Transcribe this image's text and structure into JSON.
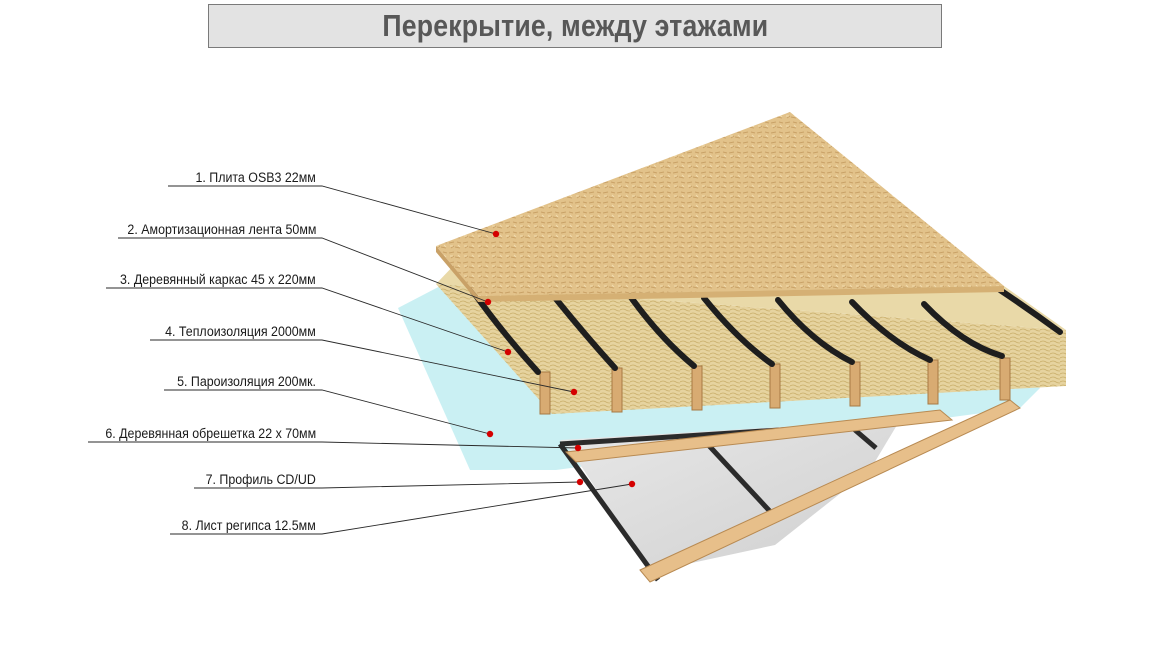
{
  "title": "Перекрытие, между этажами",
  "layers": [
    {
      "label": "1.  Плита OSB3 22мм",
      "icon": "osb-board"
    },
    {
      "label": "2. Амортизационная лента 50мм",
      "icon": "damping-tape"
    },
    {
      "label": "3. Деревянный каркас 45 х 220мм",
      "icon": "wood-frame"
    },
    {
      "label": "4. Теплоизоляция 2000мм",
      "icon": "insulation"
    },
    {
      "label": "5. Пароизоляция 200мк.",
      "icon": "vapor-barrier"
    },
    {
      "label": "6. Деревянная обрешетка 22 х 70мм",
      "icon": "wood-battens"
    },
    {
      "label": "7. Профиль CD/UD",
      "icon": "metal-profile"
    },
    {
      "label": "8. Лист регипса 12.5мм",
      "icon": "drywall-sheet"
    }
  ],
  "colors": {
    "osb": "#e2c28a",
    "insulation": "#e4d09a",
    "joist": "#d8ab72",
    "tape": "#1e1e1e",
    "vapor": "#9fe3ea",
    "drywall": "#dcdcdc",
    "marker": "#d40000"
  }
}
